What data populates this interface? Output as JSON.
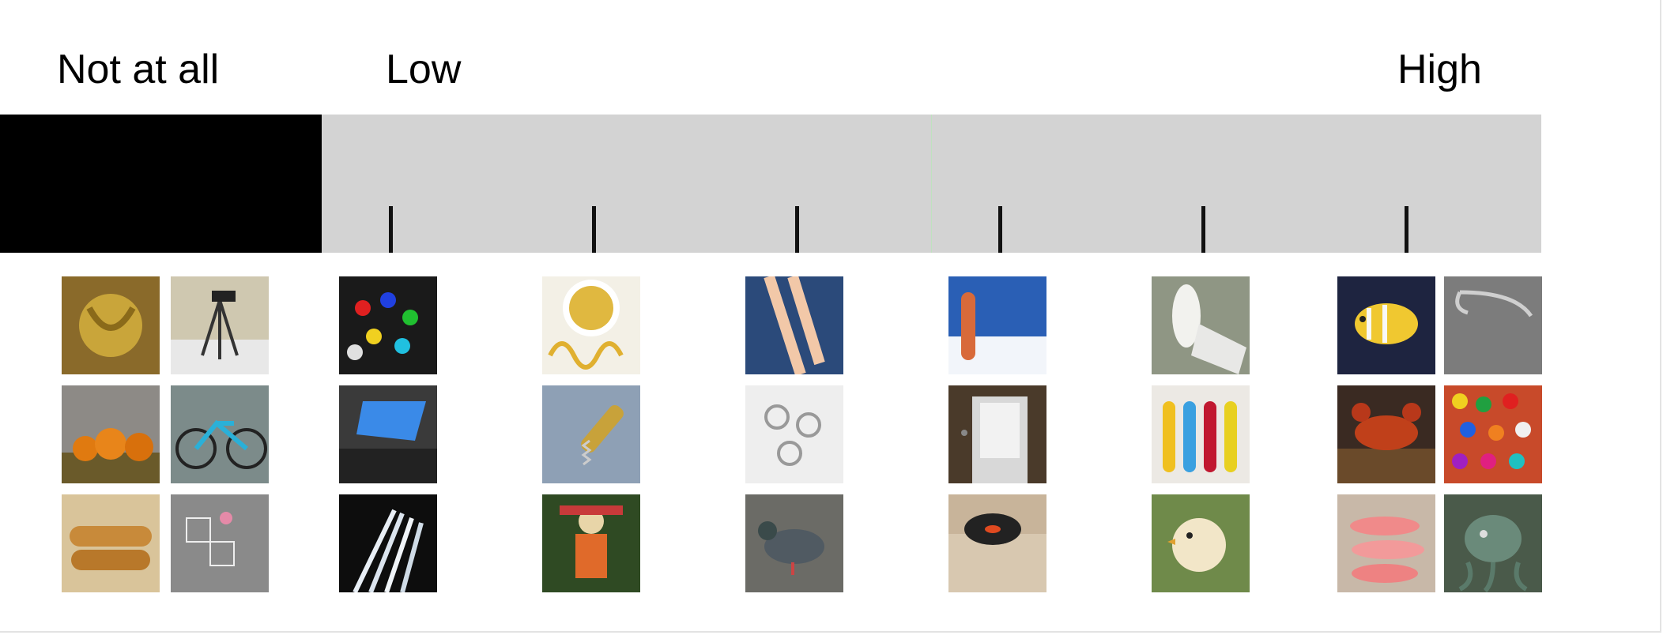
{
  "labels": {
    "not_at_all": "Not at all",
    "low": "Low",
    "high": "High"
  },
  "scale": {
    "ticks": 6
  },
  "images": {
    "none": [
      {
        "icon": "bananas-icon",
        "bg": "#8a6a2a"
      },
      {
        "icon": "tripod-icon",
        "bg": "#cfc8b0"
      },
      {
        "icon": "pumpkins-icon",
        "bg": "#8d8a86"
      },
      {
        "icon": "bicycle-icon",
        "bg": "#7c8b8a"
      },
      {
        "icon": "bread-icon",
        "bg": "#d9c49a"
      },
      {
        "icon": "hopscotch-icon",
        "bg": "#8a8a8a"
      }
    ],
    "col1": [
      {
        "icon": "pushpins-icon",
        "bg": "#1a1a1a"
      },
      {
        "icon": "sunroof-icon",
        "bg": "#3a3a3a"
      },
      {
        "icon": "straws-icon",
        "bg": "#0d0d0d"
      }
    ],
    "col2": [
      {
        "icon": "mustard-icon",
        "bg": "#f3f0e6"
      },
      {
        "icon": "corkscrew-icon",
        "bg": "#8ea0b5"
      },
      {
        "icon": "scarecrow-icon",
        "bg": "#2f4a23"
      }
    ],
    "col3": [
      {
        "icon": "lanyard-icon",
        "bg": "#2b4a7a"
      },
      {
        "icon": "clasps-icon",
        "bg": "#eeeeee"
      },
      {
        "icon": "pigeon-icon",
        "bg": "#6b6b66"
      }
    ],
    "col4": [
      {
        "icon": "snowboard-icon",
        "bg": "#2a5fb5"
      },
      {
        "icon": "door-icon",
        "bg": "#4a3a2a"
      },
      {
        "icon": "turntable-icon",
        "bg": "#c8b49a"
      }
    ],
    "col5": [
      {
        "icon": "bandage-icon",
        "bg": "#8f9684"
      },
      {
        "icon": "test-tubes-icon",
        "bg": "#ece9e4"
      },
      {
        "icon": "chick-icon",
        "bg": "#6f8a4a"
      }
    ],
    "high": [
      {
        "icon": "fish-icon",
        "bg": "#1e2440"
      },
      {
        "icon": "hook-icon",
        "bg": "#7c7c7c"
      },
      {
        "icon": "lobster-icon",
        "bg": "#3a2a22"
      },
      {
        "icon": "jellybeans-icon",
        "bg": "#c84a2a"
      },
      {
        "icon": "shrimp-icon",
        "bg": "#c8b8a8"
      },
      {
        "icon": "octopus-icon",
        "bg": "#4a5a4a"
      }
    ]
  }
}
